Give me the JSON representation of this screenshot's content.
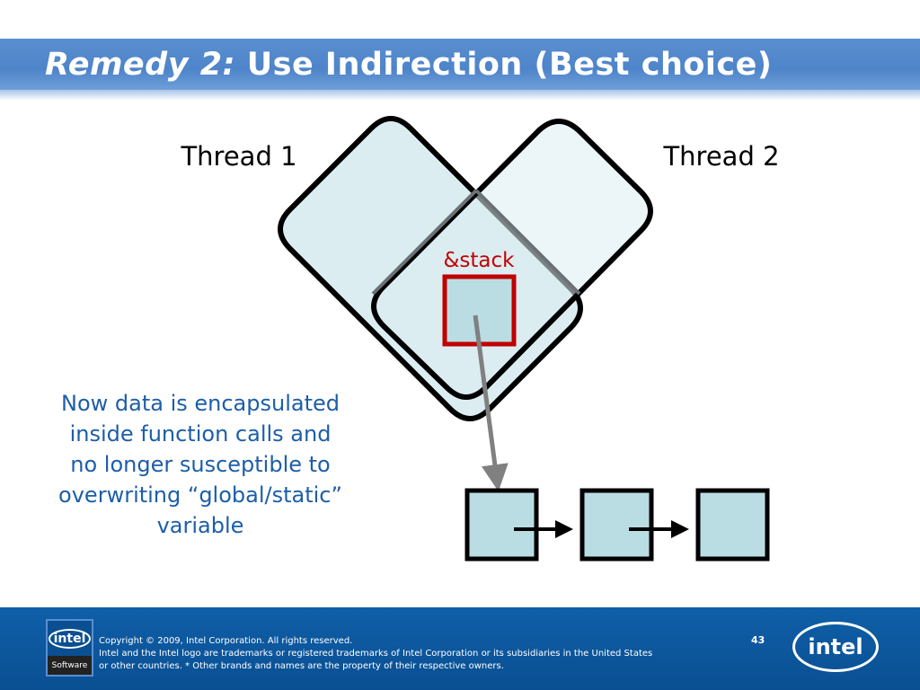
{
  "slide": {
    "title_italic": "Remedy 2:",
    "title_rest": " Use Indirection (Best choice)"
  },
  "diagram": {
    "thread1_label": "Thread 1",
    "thread2_label": "Thread 2",
    "stack_label": "&stack",
    "colors": {
      "shape_fill": "#dcedf2",
      "box_fill": "#b9dde3",
      "outline": "#000000",
      "stack_outline": "#c00000",
      "stack_text": "#c00000",
      "pointer": "#808080"
    }
  },
  "caption": {
    "lines": [
      "Now data is encapsulated",
      "inside function calls  and",
      "no longer susceptible to",
      "overwriting “global/static”",
      "variable"
    ],
    "color": "#1d5ea8"
  },
  "footer": {
    "badge_logo": "intel",
    "badge_text": "Software",
    "copyright": "Copyright © 2009, Intel Corporation. All rights reserved.",
    "trademark_line1": "Intel and the Intel logo are trademarks or registered trademarks of Intel Corporation or its subsidiaries in the United States",
    "trademark_line2": "or other countries. * Other brands and names are the property of their respective owners.",
    "page_number": "43",
    "logo_text": "intel",
    "background": "#0a4f92"
  }
}
